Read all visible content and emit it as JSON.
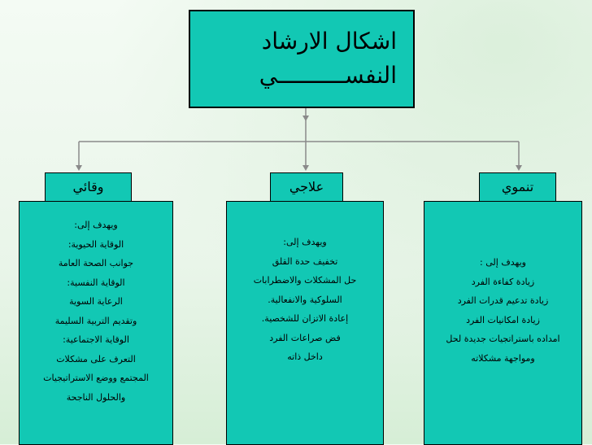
{
  "title": {
    "lines": [
      "اشكال الارشاد",
      "النفســــــــــي"
    ]
  },
  "categories": [
    {
      "key": "preventive",
      "label": "وقائي",
      "lines": [
        "ويهدف إلى:",
        "الوقاية الحيوية:",
        "جوانب الصحة العامة",
        "الوقاية النفسية:",
        "الرعاية السوية",
        "وتقديم التربية السليمة",
        "الوقاية الاجتماعية:",
        "التعرف على مشكلات",
        "المجتمع ووضع الاستراتيجيات",
        "والحلول الناجحة"
      ]
    },
    {
      "key": "therapeutic",
      "label": "علاجي",
      "lines": [
        "ويهدف إلى:",
        "تخفيف حدة القلق",
        "حل المشكلات والاضطرابات",
        "السلوكية والانفعالية.",
        "إعادة الاتزان للشخصية.",
        "فض صراعات الفرد",
        "داخل ذاته"
      ]
    },
    {
      "key": "developmental",
      "label": "تنموي",
      "lines": [
        "ويهدف إلى :",
        "زيادة كفاءة الفرد",
        "زيادة تدعيم قدرات الفرد",
        "زيادة امكانيات الفرد",
        "امداده باستراتجيات جديدة لحل",
        "ومواجهة مشكلاته"
      ]
    }
  ],
  "colors": {
    "box_fill": "#12c8b4",
    "border": "#000000",
    "connector": "#8a8a8a"
  }
}
